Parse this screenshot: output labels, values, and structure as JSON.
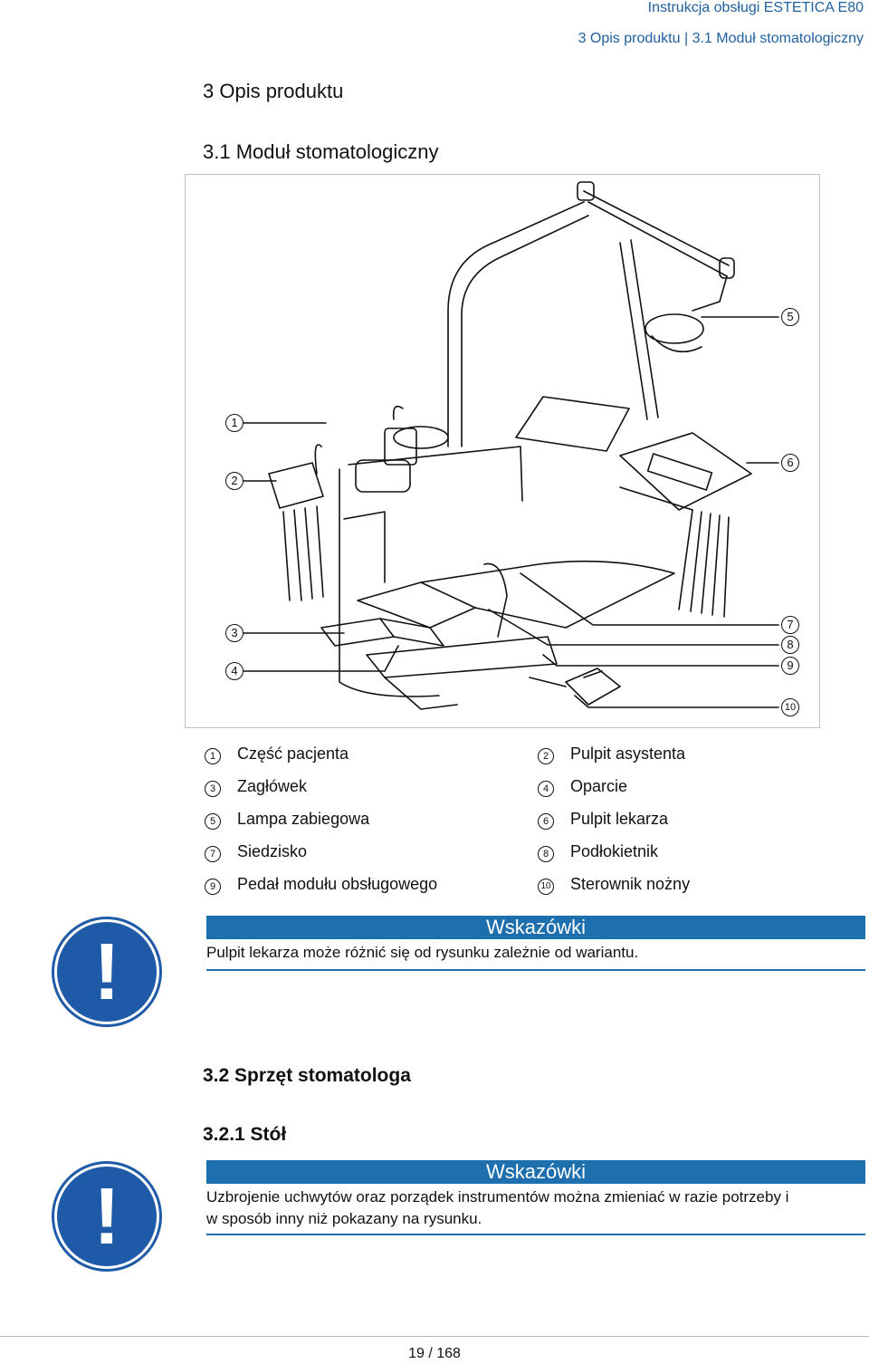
{
  "header": {
    "manual_title": "Instrukcja obsługi ESTETICA E80",
    "breadcrumb": "3 Opis produktu | 3.1 Moduł stomatologiczny"
  },
  "chapter_title": "3 Opis produktu",
  "section_title": "3.1 Moduł stomatologiczny",
  "figure": {
    "callouts": [
      "1",
      "2",
      "3",
      "4",
      "5",
      "6",
      "7",
      "8",
      "9",
      "10"
    ]
  },
  "legend": [
    {
      "num": "1",
      "label": "Część pacjenta"
    },
    {
      "num": "2",
      "label": "Pulpit asystenta"
    },
    {
      "num": "3",
      "label": "Zagłówek"
    },
    {
      "num": "4",
      "label": "Oparcie"
    },
    {
      "num": "5",
      "label": "Lampa zabiegowa"
    },
    {
      "num": "6",
      "label": "Pulpit lekarza"
    },
    {
      "num": "7",
      "label": "Siedzisko"
    },
    {
      "num": "8",
      "label": "Podłokietnik"
    },
    {
      "num": "9",
      "label": "Pedał modułu obsługowego"
    },
    {
      "num": "10",
      "label": "Sterownik nożny"
    }
  ],
  "note1": {
    "title": "Wskazówki",
    "text": "Pulpit lekarza może różnić się od rysunku zależnie od wariantu."
  },
  "section_32": "3.2 Sprzęt stomatologa",
  "section_321": "3.2.1 Stół",
  "note2": {
    "title": "Wskazówki",
    "text_line1": "Uzbrojenie uchwytów oraz porządek instrumentów można zmieniać w razie potrzeby i",
    "text_line2": "w sposób inny niż pokazany na rysunku."
  },
  "footer": {
    "page": "19 / 168"
  },
  "colors": {
    "accent": "#1e6fae",
    "warning_blue": "#1e5aa8"
  },
  "icons": {
    "warning": "exclamation-mandatory-icon"
  }
}
